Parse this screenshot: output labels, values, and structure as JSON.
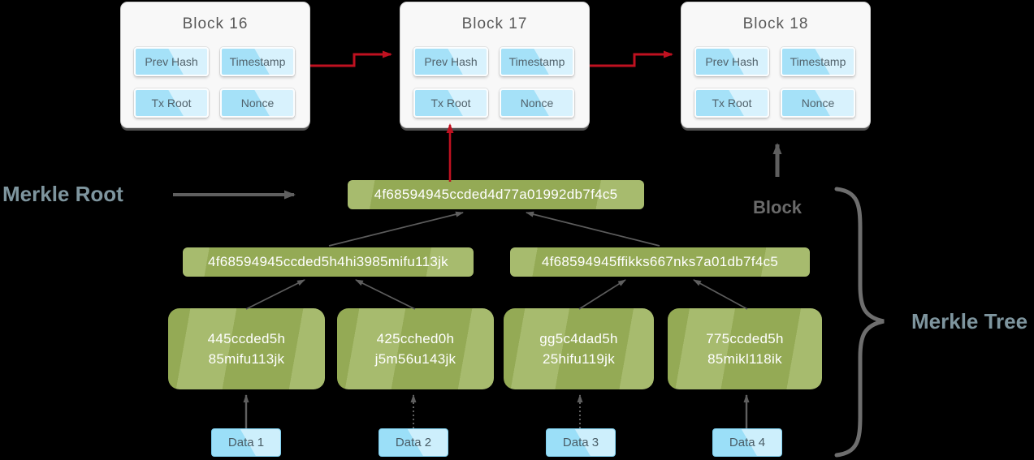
{
  "labels": {
    "merkle_root": "Merkle Root",
    "block": "Block",
    "merkle_tree": "Merkle Tree"
  },
  "colors": {
    "background": "#000000",
    "node_green": "#94aa55",
    "node_green_light": "#a7bb6e",
    "field_blue": "#a5e1f8",
    "field_blue_light": "#d8f2fd",
    "arrow_red": "#bf1120",
    "arrow_gray": "#5f5f5f",
    "label_teal": "#7e959e",
    "label_gray": "#6a6a6a"
  },
  "blocks": [
    {
      "title": "Block 16",
      "fields": [
        "Prev Hash",
        "Timestamp",
        "Tx Root",
        "Nonce"
      ]
    },
    {
      "title": "Block 17",
      "fields": [
        "Prev Hash",
        "Timestamp",
        "Tx Root",
        "Nonce"
      ]
    },
    {
      "title": "Block 18",
      "fields": [
        "Prev Hash",
        "Timestamp",
        "Tx Root",
        "Nonce"
      ]
    }
  ],
  "merkle_tree": {
    "root_hash": "4f68594945ccded4d77a01992db7f4c5",
    "branches": [
      "4f68594945ccded5h4hi3985mifu113jk",
      "4f68594945ffikks667nks7a01db7f4c5"
    ],
    "leaves": [
      {
        "line1": "445ccded5h",
        "line2": "85mifu113jk"
      },
      {
        "line1": "425cched0h",
        "line2": "j5m56u143jk"
      },
      {
        "line1": "gg5c4dad5h",
        "line2": "25hifu119jk"
      },
      {
        "line1": "775ccded5h",
        "line2": "85mikl118ik"
      }
    ],
    "data_items": [
      "Data 1",
      "Data 2",
      "Data 3",
      "Data 4"
    ]
  }
}
